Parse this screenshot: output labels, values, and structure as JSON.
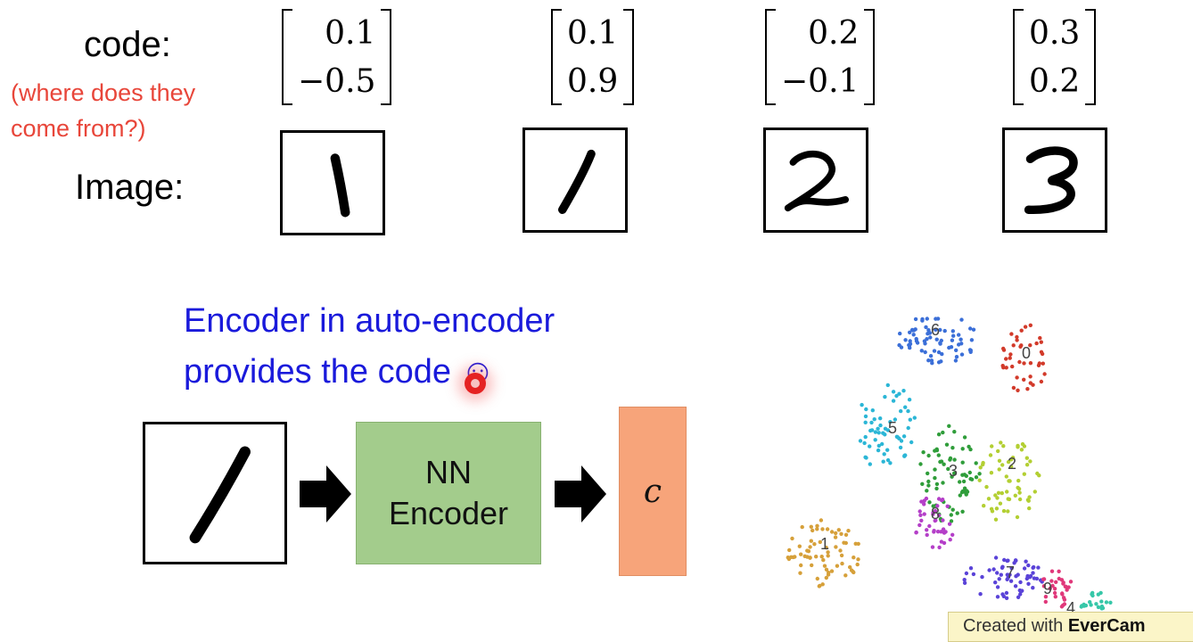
{
  "labels": {
    "code": "code:",
    "note_line1": "(where does they",
    "note_line2": "come from?)",
    "image": "Image:"
  },
  "codes": [
    {
      "top": "0.1",
      "bottom": "−0.5"
    },
    {
      "top": "0.1",
      "bottom": "0.9"
    },
    {
      "top": "0.2",
      "bottom": "−0.1"
    },
    {
      "top": "0.3",
      "bottom": "0.2"
    }
  ],
  "digits": [
    "1",
    "1",
    "2",
    "3"
  ],
  "encoder_section": {
    "line1": "Encoder in auto-encoder",
    "line2": "provides the code ☺",
    "encoder_line1": "NN",
    "encoder_line2": "Encoder",
    "code_symbol": "c"
  },
  "scatter_labels": [
    "6",
    "0",
    "5",
    "3",
    "2",
    "8",
    "1",
    "7",
    "9",
    "4"
  ],
  "colors": {
    "note": "#e8463a",
    "encoder_text": "#1a1adb",
    "encoder_box": "#a3cc8c",
    "code_box": "#f7a47a"
  },
  "watermark": {
    "prefix": "Created with ",
    "brand": "EverCam"
  }
}
